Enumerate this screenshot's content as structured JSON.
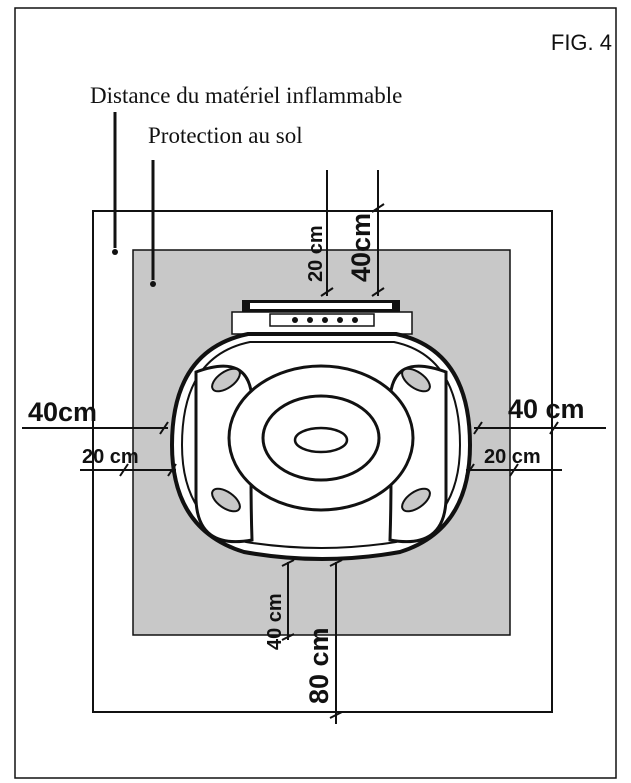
{
  "figure": {
    "label": "FIG. 4"
  },
  "legend": {
    "flammable_distance": "Distance du matériel inflammable",
    "floor_protection": "Protection au sol"
  },
  "dimensions": {
    "top_inner": "20 cm",
    "top_outer": "40cm",
    "left_outer": "40cm",
    "left_inner": "20 cm",
    "right_outer": "40 cm",
    "right_inner": "20 cm",
    "bottom_inner": "40 cm",
    "bottom_outer": "80 cm"
  },
  "colors": {
    "floor_protection_fill": "#c8c8c8",
    "line": "#111111",
    "stove_fill": "#ffffff"
  }
}
